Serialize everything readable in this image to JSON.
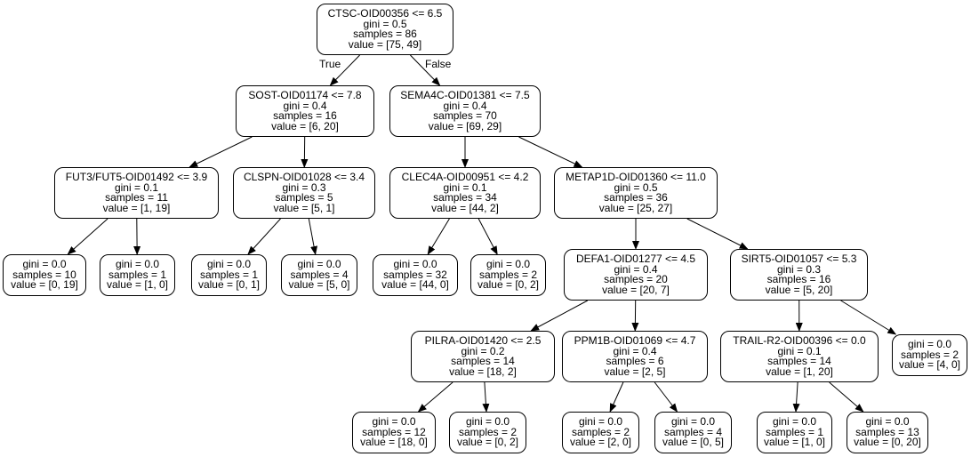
{
  "edge_labels": {
    "true_label": "True",
    "false_label": "False"
  },
  "nodes": {
    "n0": {
      "split": "CTSC-OID00356 <= 6.5",
      "gini": "gini = 0.5",
      "samples": "samples = 86",
      "value": "value = [75, 49]"
    },
    "n1": {
      "split": "SOST-OID01174 <= 7.8",
      "gini": "gini = 0.4",
      "samples": "samples = 16",
      "value": "value = [6, 20]"
    },
    "n2": {
      "split": "SEMA4C-OID01381 <= 7.5",
      "gini": "gini = 0.4",
      "samples": "samples = 70",
      "value": "value = [69, 29]"
    },
    "n3": {
      "split": "FUT3/FUT5-OID01492 <= 3.9",
      "gini": "gini = 0.1",
      "samples": "samples = 11",
      "value": "value = [1, 19]"
    },
    "n4": {
      "split": "CLSPN-OID01028 <= 3.4",
      "gini": "gini = 0.3",
      "samples": "samples = 5",
      "value": "value = [5, 1]"
    },
    "n5": {
      "split": "CLEC4A-OID00951 <= 4.2",
      "gini": "gini = 0.1",
      "samples": "samples = 34",
      "value": "value = [44, 2]"
    },
    "n6": {
      "split": "METAP1D-OID01360 <= 11.0",
      "gini": "gini = 0.5",
      "samples": "samples = 36",
      "value": "value = [25, 27]"
    },
    "n7": {
      "gini": "gini = 0.0",
      "samples": "samples = 10",
      "value": "value = [0, 19]"
    },
    "n8": {
      "gini": "gini = 0.0",
      "samples": "samples = 1",
      "value": "value = [1, 0]"
    },
    "n9": {
      "gini": "gini = 0.0",
      "samples": "samples = 1",
      "value": "value = [0, 1]"
    },
    "n10": {
      "gini": "gini = 0.0",
      "samples": "samples = 4",
      "value": "value = [5, 0]"
    },
    "n11": {
      "gini": "gini = 0.0",
      "samples": "samples = 32",
      "value": "value = [44, 0]"
    },
    "n12": {
      "gini": "gini = 0.0",
      "samples": "samples = 2",
      "value": "value = [0, 2]"
    },
    "n13": {
      "split": "DEFA1-OID01277 <= 4.5",
      "gini": "gini = 0.4",
      "samples": "samples = 20",
      "value": "value = [20, 7]"
    },
    "n14": {
      "split": "SIRT5-OID01057 <= 5.3",
      "gini": "gini = 0.3",
      "samples": "samples = 16",
      "value": "value = [5, 20]"
    },
    "n15": {
      "split": "PILRA-OID01420 <= 2.5",
      "gini": "gini = 0.2",
      "samples": "samples = 14",
      "value": "value = [18, 2]"
    },
    "n16": {
      "split": "PPM1B-OID01069 <= 4.7",
      "gini": "gini = 0.4",
      "samples": "samples = 6",
      "value": "value = [2, 5]"
    },
    "n17": {
      "split": "TRAIL-R2-OID00396 <= 0.0",
      "gini": "gini = 0.1",
      "samples": "samples = 14",
      "value": "value = [1, 20]"
    },
    "n18": {
      "gini": "gini = 0.0",
      "samples": "samples = 2",
      "value": "value = [4, 0]"
    },
    "n19": {
      "gini": "gini = 0.0",
      "samples": "samples = 12",
      "value": "value = [18, 0]"
    },
    "n20": {
      "gini": "gini = 0.0",
      "samples": "samples = 2",
      "value": "value = [0, 2]"
    },
    "n21": {
      "gini": "gini = 0.0",
      "samples": "samples = 2",
      "value": "value = [2, 0]"
    },
    "n22": {
      "gini": "gini = 0.0",
      "samples": "samples = 4",
      "value": "value = [0, 5]"
    },
    "n23": {
      "gini": "gini = 0.0",
      "samples": "samples = 1",
      "value": "value = [1, 0]"
    },
    "n24": {
      "gini": "gini = 0.0",
      "samples": "samples = 13",
      "value": "value = [0, 20]"
    }
  }
}
